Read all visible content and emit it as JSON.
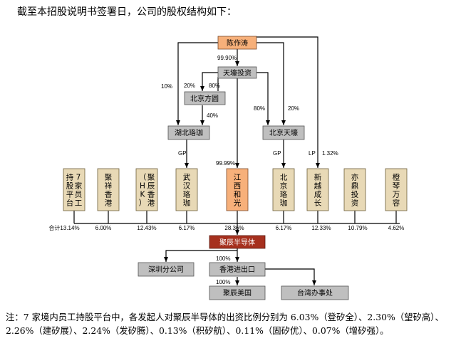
{
  "intro": "截至本招股说明书签署日，公司的股权结构如下：",
  "footnote": "注：7 家境内员工持股平台中，各发起人对聚辰半导体的出资比例分别为 6.03%（登矽全）、2.30%（望矽高）、2.26%（建矽展）、2.24%（发矽腾）、0.13%（积矽航）、0.11%（固矽优）、0.07%（增矽强）。",
  "colors": {
    "orange": "#f7b07a",
    "dark_red": "#a6301e",
    "gray": "#bfbfbf",
    "tan": "#e8d9b6",
    "line": "#000000"
  },
  "nodes": {
    "chenzuotao": "陈作涛",
    "tianyuan_tz": "天壕投资",
    "beijing_fy": "北京方圆",
    "hubei_lj": "湖北珞珈",
    "beijing_ty": "北京天壕",
    "jc_semi": "聚辰半导体",
    "sz_branch": "深圳分公司",
    "hk_import": "香港进出口",
    "jc_us": "聚辰美国",
    "tw_office": "台湾办事处"
  },
  "shareholders": [
    {
      "key": "employee",
      "name": "7家员工持股平台",
      "pct": "合计13.14%"
    },
    {
      "key": "jxhk",
      "name": "聚祥香港",
      "pct": "6.00%"
    },
    {
      "key": "jchk",
      "name": "聚辰香港（HK）",
      "pct": "12.43%"
    },
    {
      "key": "whlj",
      "name": "武汉珞珈",
      "pct": "6.17%"
    },
    {
      "key": "jxhg",
      "name": "江西和光",
      "pct": "28.36%"
    },
    {
      "key": "bjlj",
      "name": "北京珞珈",
      "pct": "6.17%"
    },
    {
      "key": "xycz",
      "name": "新越成长",
      "pct": "12.33%"
    },
    {
      "key": "ydtz",
      "name": "亦鼎投资",
      "pct": "10.79%"
    },
    {
      "key": "mqwr",
      "name": "橙琴万容",
      "pct": "4.62%"
    }
  ],
  "edge_labels": {
    "chen_to_ty": "99.90%",
    "chen_to_hubei": "10%",
    "ty_to_fy": "20%",
    "fy_note": "80%",
    "fy_to_hubei": "40%",
    "ty_to_bjty": "80%",
    "chen_to_bjty": "20%",
    "hubei_gp": "GP",
    "bjty_gp": "GP",
    "xinyue_lp": "LP",
    "xinyue_pct": "1.32%",
    "ty_to_jiangxi": "99.99%",
    "jc_to_hk": "100%",
    "hk_to_us": "100%"
  }
}
